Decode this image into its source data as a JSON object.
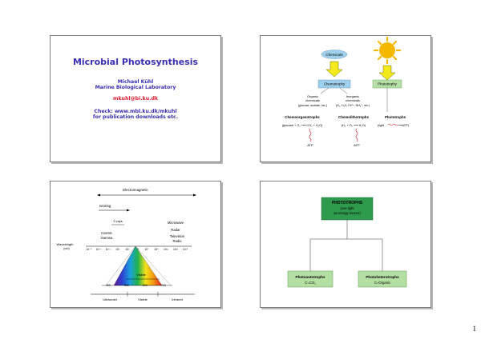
{
  "page_number": "1",
  "slide1": {
    "title": "Microbial Photosynthesis",
    "author": "Michael Kühl",
    "institution": "Marine Biological Laboratory",
    "email": "mkuhl@bi.ku.dk",
    "check_line": "Check: www.mbl.ku.dk/mkuhl",
    "downloads_line": "for publication downloads etc."
  },
  "slide2": {
    "chemicals": "Chemicals",
    "chemotrophy": "Chemotrophy",
    "phototrophy": "Phototrophy",
    "organic": "Organic",
    "organic_sub": "chemicals",
    "organic_examples": "(glucose, acetate, etc.)",
    "inorganic": "Inorganic",
    "inorganic_sub": "chemicals",
    "inorganic_examples": "(H₂, H₂S, Fe²⁺, NH₄⁺, etc.)",
    "chemoorganotrophs": "Chemoorganotrophs",
    "chemolithotrophs": "Chemolithotrophs",
    "phototrophs": "Phototrophs",
    "eq_organo": "(glucose + O₂ ⟶ CO₂ + H₂O)",
    "eq_litho": "(H₂ + O₂ ⟶ H₂O)",
    "eq_light_left": "(light",
    "eq_light_right": "⟶ATP)",
    "atp_left": "ATP",
    "atp_right": "ATP",
    "sun_color": "#f5b800",
    "arrow_color": "#f2ea1c",
    "box_color": "#9fd0ec",
    "photo_box_color": "#b6e0a8"
  },
  "slide3": {
    "electromagnetic": "Electromagnetic",
    "ionizing": "Ionizing",
    "xrays": "X-rays",
    "microwave": "Microwave",
    "radar": "Radar",
    "cosmic": "Cosmic",
    "gamma": "Gamma",
    "television": "Television",
    "radio": "Radio",
    "wavelength": "Wavelength",
    "wavelength_unit": "(nm)",
    "ticks": [
      "10⁻⁵",
      "10⁻³",
      "10⁻¹",
      "10¹",
      "10³",
      "10⁵",
      "10⁷",
      "10⁹",
      "10¹¹",
      "10¹³",
      "10¹⁵"
    ],
    "visible": "Visible",
    "nm_labels": [
      "400",
      "500",
      "600",
      "700"
    ],
    "ultraviolet": "Ultraviolet",
    "infrared": "Infrared"
  },
  "slide4": {
    "top_title": "PHOTOTROPHS",
    "top_line2": "(use light",
    "top_line3": "as energy source)",
    "left_title": "Photoautotrophs",
    "left_sub": "C=CO₂",
    "right_title": "Photoheterotrophs",
    "right_sub": "C=Organic",
    "top_color": "#2e9a4c",
    "sub_color": "#b4dfa2"
  }
}
